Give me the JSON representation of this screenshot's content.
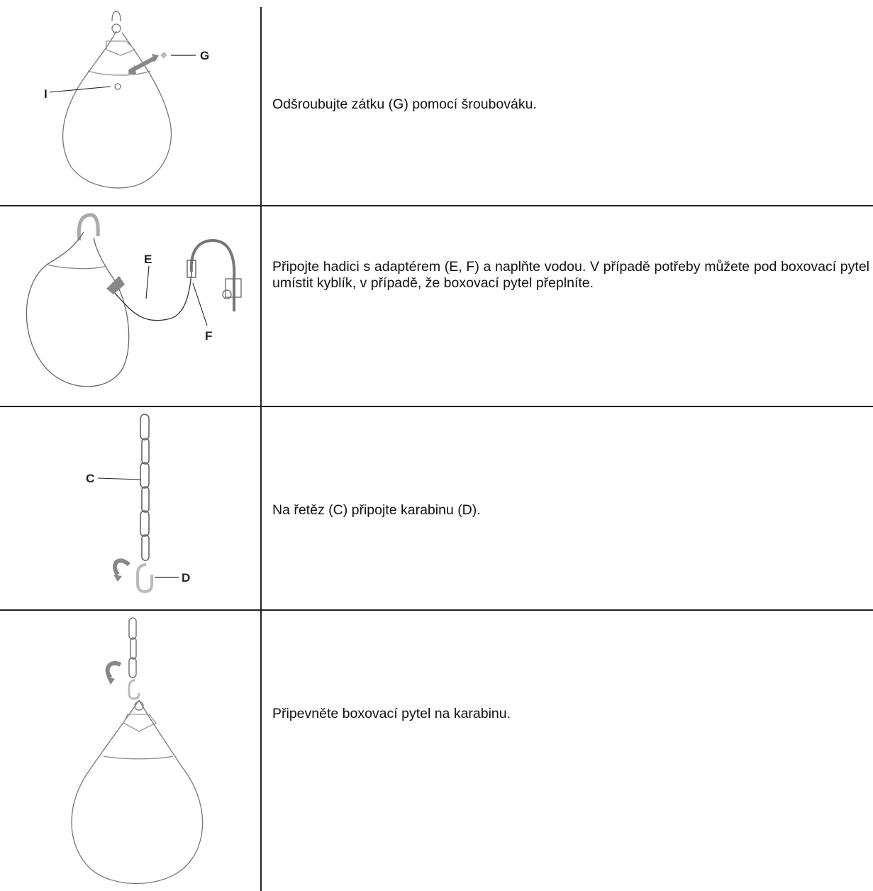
{
  "steps": [
    {
      "text": "Odšroubujte zátku (G) pomocí šroubováku.",
      "labels": [
        "G",
        "I"
      ]
    },
    {
      "text": "Připojte hadici s adaptérem (E, F) a naplňte vodou. V případě potřeby můžete pod boxovací pytel umístit kyblík, v případě, že boxovací pytel přeplníte.",
      "labels": [
        "E",
        "F"
      ]
    },
    {
      "text": "Na řetěz (C) připojte karabinu (D).",
      "labels": [
        "C",
        "D"
      ]
    },
    {
      "text": "Připevněte boxovací pytel na karabinu.",
      "labels": []
    }
  ]
}
